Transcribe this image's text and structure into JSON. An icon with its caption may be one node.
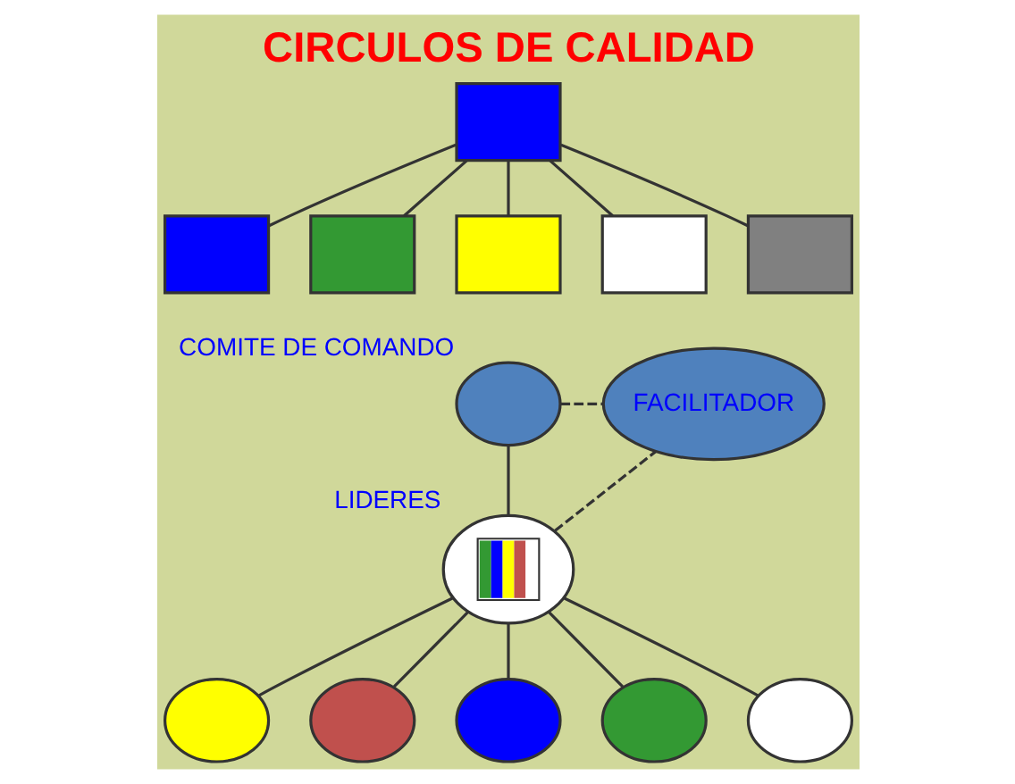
{
  "diagram": {
    "title": "CIRCULOS DE CALIDAD",
    "nodes": [
      {
        "text": [],
        "shape": "box"
      },
      {
        "text": [],
        "shape": "box"
      },
      {
        "text": [],
        "shape": "box"
      },
      {
        "text": [],
        "shape": "box"
      },
      {
        "text": [],
        "shape": "box"
      },
      {
        "text": [],
        "shape": "box"
      },
      {
        "text": [],
        "shape": "circle",
        "beside": [
          "COMITE DE COMANDO"
        ]
      },
      {
        "text": [],
        "shape": "circle",
        "beside": [
          "LIDERES"
        ]
      },
      {
        "text": [
          "FACILITADOR"
        ]
      },
      {
        "text": [],
        "shape": "circle"
      },
      {
        "text": [],
        "shape": "circle"
      },
      {
        "text": [],
        "shape": "circle"
      },
      {
        "text": [],
        "shape": "circle"
      },
      {
        "text": [],
        "shape": "circle"
      }
    ],
    "edges": [
      {
        "from": 0,
        "to": 1,
        "arrow": "none"
      },
      {
        "from": 0,
        "to": 2,
        "arrow": "none"
      },
      {
        "from": 0,
        "to": 3,
        "arrow": "none"
      },
      {
        "from": 0,
        "to": 4,
        "arrow": "none"
      },
      {
        "from": 0,
        "to": 5,
        "arrow": "none"
      },
      {
        "from": 6,
        "to": 7,
        "arrow": "none"
      },
      {
        "from": 6,
        "to": 8,
        "arrow": "none",
        "style": "dashed"
      },
      {
        "from": 7,
        "to": 8,
        "arrow": "none",
        "style": "dashed"
      },
      {
        "from": 7,
        "to": 9,
        "arrow": "none"
      },
      {
        "from": 7,
        "to": 10,
        "arrow": "none"
      },
      {
        "from": 7,
        "to": 11,
        "arrow": "none"
      },
      {
        "from": 7,
        "to": 12,
        "arrow": "none"
      },
      {
        "from": 7,
        "to": 13,
        "arrow": "none"
      }
    ]
  }
}
